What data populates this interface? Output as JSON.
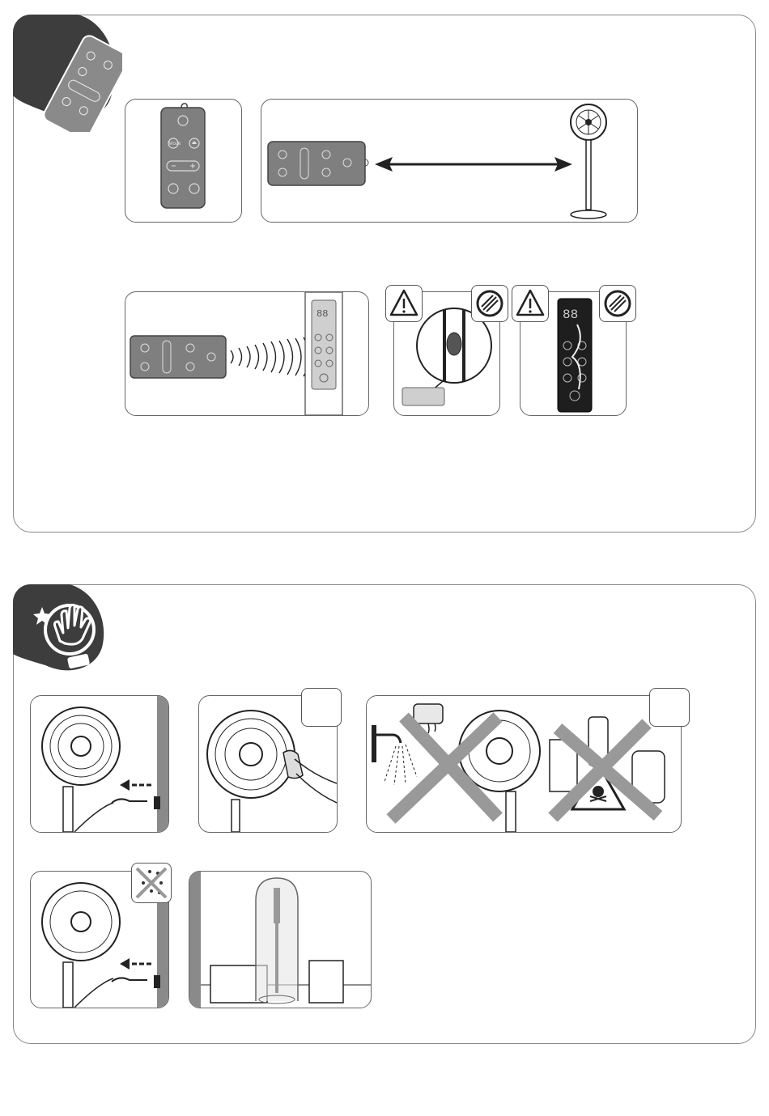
{
  "remote": {
    "mode_label": "Mode"
  },
  "control_panel": {
    "display_value": "88"
  },
  "dark_panel": {
    "display_value": "88"
  },
  "colors": {
    "corner_badge": "#3d3d3d",
    "remote_body": "#7f7f7f",
    "dark_panel": "#1e1e1e",
    "outline": "#444444",
    "cross": "#9a9a9a"
  },
  "icons": {
    "remote_section": "remote-control-icon",
    "cleaning_section": "hand-cleaning-icon",
    "warning": "warning-triangle-icon",
    "no_liquids": "no-liquids-icon",
    "no_water_spray": "no-water-drops-icon",
    "toxic": "skull-crossbones-icon"
  }
}
